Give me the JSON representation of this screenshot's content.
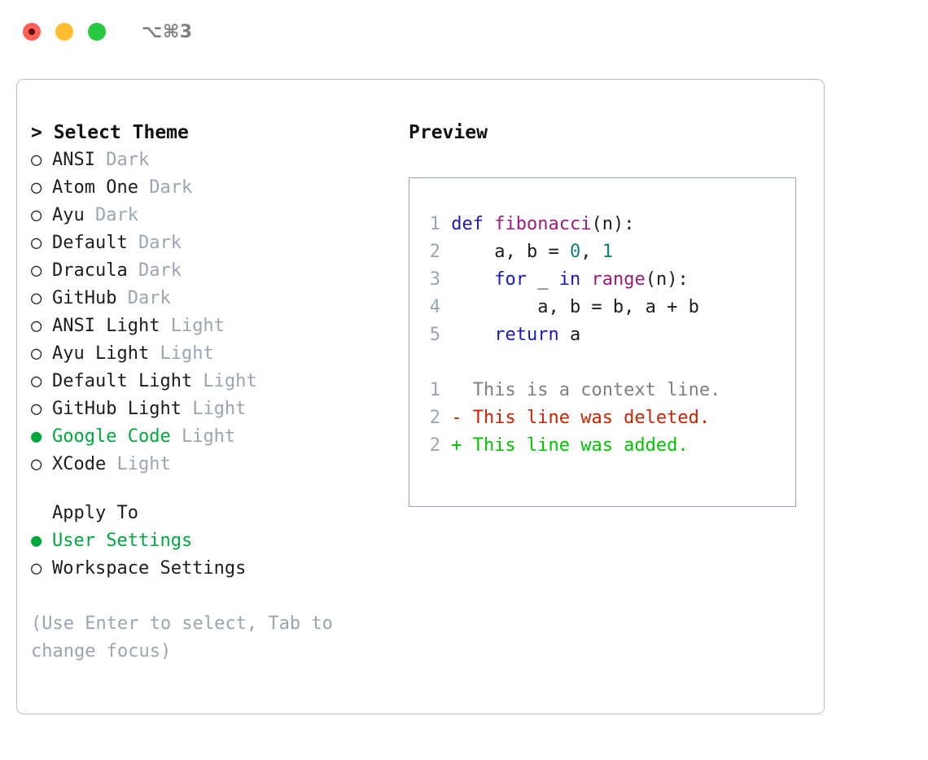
{
  "titlebar": {
    "shortcut": "⌥⌘3",
    "buttons": [
      {
        "name": "close",
        "color": "#ff5f57"
      },
      {
        "name": "minimize",
        "color": "#febc2e"
      },
      {
        "name": "maximize",
        "color": "#28c840"
      }
    ]
  },
  "theme_picker": {
    "heading": "> Select Theme",
    "items": [
      {
        "bullet": "○",
        "label": "ANSI",
        "tag": " Dark",
        "selected": false
      },
      {
        "bullet": "○",
        "label": "Atom One",
        "tag": " Dark",
        "selected": false
      },
      {
        "bullet": "○",
        "label": "Ayu",
        "tag": " Dark",
        "selected": false
      },
      {
        "bullet": "○",
        "label": "Default",
        "tag": " Dark",
        "selected": false
      },
      {
        "bullet": "○",
        "label": "Dracula",
        "tag": " Dark",
        "selected": false
      },
      {
        "bullet": "○",
        "label": "GitHub",
        "tag": " Dark",
        "selected": false
      },
      {
        "bullet": "○",
        "label": "ANSI Light",
        "tag": " Light",
        "selected": false
      },
      {
        "bullet": "○",
        "label": "Ayu Light",
        "tag": " Light",
        "selected": false
      },
      {
        "bullet": "○",
        "label": "Default Light",
        "tag": " Light",
        "selected": false
      },
      {
        "bullet": "○",
        "label": "GitHub Light",
        "tag": " Light",
        "selected": false
      },
      {
        "bullet": "●",
        "label": "Google Code",
        "tag": " Light",
        "selected": true
      },
      {
        "bullet": "○",
        "label": "XCode",
        "tag": " Light",
        "selected": false
      }
    ]
  },
  "apply_to": {
    "heading": "Apply To",
    "items": [
      {
        "bullet": "●",
        "label": "User Settings",
        "selected": true
      },
      {
        "bullet": "○",
        "label": "Workspace Settings",
        "selected": false
      }
    ]
  },
  "hint": "(Use Enter to select, Tab to\nchange focus)",
  "preview": {
    "title": "Preview",
    "code_lines": [
      {
        "num": "1",
        "tokens": [
          {
            "t": "def ",
            "c": "kw"
          },
          {
            "t": "fibonacci",
            "c": "fn"
          },
          {
            "t": "(n):",
            "c": "pln"
          }
        ]
      },
      {
        "num": "2",
        "tokens": [
          {
            "t": "    a, b = ",
            "c": "pln"
          },
          {
            "t": "0",
            "c": "num"
          },
          {
            "t": ", ",
            "c": "pln"
          },
          {
            "t": "1",
            "c": "num"
          }
        ]
      },
      {
        "num": "3",
        "tokens": [
          {
            "t": "    ",
            "c": "pln"
          },
          {
            "t": "for",
            "c": "kw"
          },
          {
            "t": " _ ",
            "c": "pln"
          },
          {
            "t": "in",
            "c": "kw"
          },
          {
            "t": " ",
            "c": "pln"
          },
          {
            "t": "range",
            "c": "fn"
          },
          {
            "t": "(n):",
            "c": "pln"
          }
        ]
      },
      {
        "num": "4",
        "tokens": [
          {
            "t": "        a, b = b, a + b",
            "c": "pln"
          }
        ]
      },
      {
        "num": "5",
        "tokens": [
          {
            "t": "    ",
            "c": "pln"
          },
          {
            "t": "return",
            "c": "kw"
          },
          {
            "t": " a",
            "c": "pln"
          }
        ]
      }
    ],
    "diff_lines": [
      {
        "num": "1",
        "marker": "  ",
        "text": "This is a context line.",
        "kind": "ctx"
      },
      {
        "num": "2",
        "marker": "- ",
        "text": "This line was deleted.",
        "kind": "del"
      },
      {
        "num": "2",
        "marker": "+ ",
        "text": "This line was added.",
        "kind": "add"
      }
    ]
  },
  "colors": {
    "accent_green": "#00a83d",
    "muted": "#9aa5b4",
    "keyword": "#1a1ab8",
    "function": "#9c1a7c",
    "number": "#0f7f7f",
    "diff_removed": "#cc2200",
    "diff_added": "#00c400",
    "panel_border": "#b6bfcb",
    "preview_border": "#94a3b3"
  }
}
